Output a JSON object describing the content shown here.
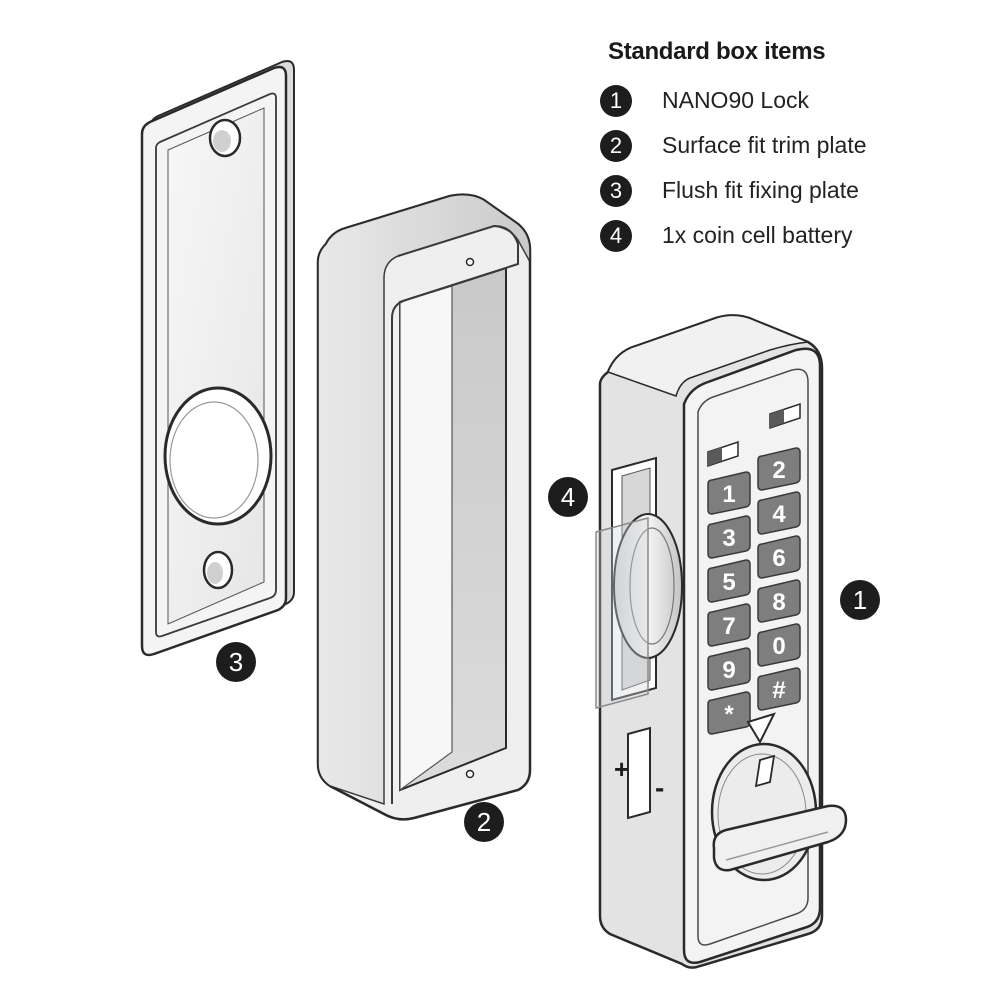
{
  "legend": {
    "title": "Standard box items",
    "items": [
      {
        "number": "1",
        "label": "NANO90 Lock"
      },
      {
        "number": "2",
        "label": "Surface fit trim plate"
      },
      {
        "number": "3",
        "label": "Flush fit fixing plate"
      },
      {
        "number": "4",
        "label": "1x coin cell battery"
      }
    ]
  },
  "callouts": {
    "lock": "1",
    "trim_plate": "2",
    "fixing_plate": "3",
    "battery": "4"
  },
  "keypad": {
    "keys": [
      "1",
      "2",
      "3",
      "4",
      "5",
      "6",
      "7",
      "8",
      "9",
      "0",
      "*",
      "#"
    ]
  },
  "battery_compartment": {
    "plus_label": "+",
    "minus_label": "-"
  },
  "colors": {
    "outline": "#2a2a2a",
    "plate_face": "#f2f2f2",
    "shadow": "#cfcfcf",
    "key_fill": "#7e7e7e",
    "callout_fill": "#1d1d1d"
  }
}
